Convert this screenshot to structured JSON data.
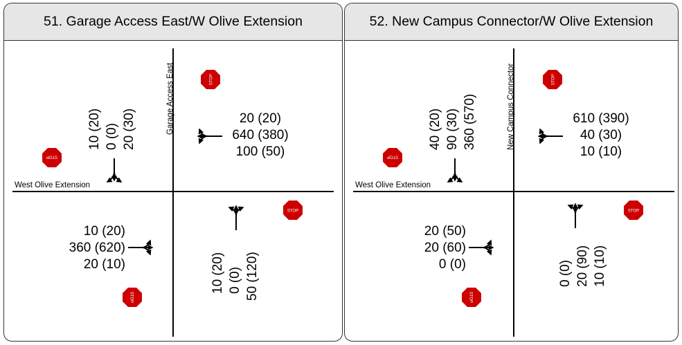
{
  "colors": {
    "header_bg": "#e6e6e6",
    "stop_sign": "#cc0000",
    "line": "#000000"
  },
  "panels": [
    {
      "title": "51. Garage Access East/W Olive Extension",
      "ew_street": "West Olive Extension",
      "ns_street": "Garage Access East",
      "stop_label": "STOP",
      "southbound": [
        "10 (20)",
        "0 (0)",
        "20 (30)"
      ],
      "westbound": [
        "20 (20)",
        "640 (380)",
        "100 (50)"
      ],
      "eastbound": [
        "10 (20)",
        "360 (620)",
        "20 (10)"
      ],
      "northbound": [
        "10 (20)",
        "0 (0)",
        "50 (120)"
      ]
    },
    {
      "title": "52. New Campus Connector/W Olive Extension",
      "ew_street": "West Olive Extension",
      "ns_street": "New Campus Connector",
      "stop_label": "STOP",
      "southbound": [
        "40 (20)",
        "90 (30)",
        "360 (570)"
      ],
      "westbound": [
        "610 (390)",
        "40 (30)",
        "10 (10)"
      ],
      "eastbound": [
        "20 (50)",
        "20 (60)",
        "0 (0)"
      ],
      "northbound": [
        "0 (0)",
        "20 (90)",
        "10 (10)"
      ]
    }
  ]
}
